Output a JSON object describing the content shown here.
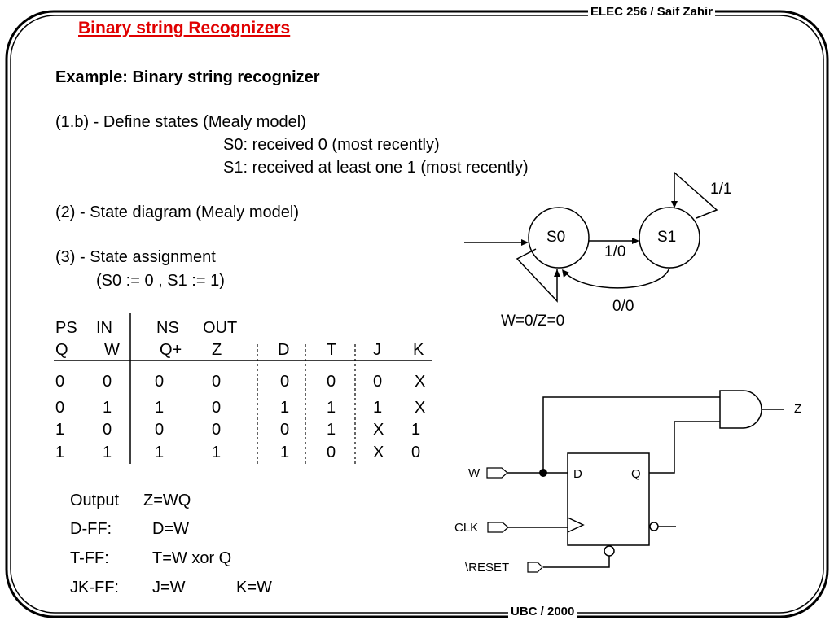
{
  "header": {
    "course": "ELEC 256 / Saif Zahir"
  },
  "footer": {
    "org": "UBC / 2000"
  },
  "slide": {
    "title": "Binary string Recognizers",
    "example": "Example: Binary string recognizer",
    "step_1b": "(1.b) - Define states (Mealy model)",
    "s0_def": "S0: received 0 (most recently)",
    "s1_def": "S1: received at least one 1 (most recently)",
    "step_2": "(2) - State diagram (Mealy model)",
    "step_3": "(3) - State assignment",
    "assignment": "(S0 := 0 , S1 := 1)"
  },
  "state_diagram": {
    "s0": "S0",
    "s1": "S1",
    "t_s0_s1": "1/0",
    "t_s1_s0": "0/0",
    "t_s1_self": "1/1",
    "t_s0_self": "W=0/Z=0"
  },
  "table": {
    "header1": [
      "PS",
      "IN",
      "NS",
      "OUT"
    ],
    "header2": [
      "Q",
      "W",
      "Q+",
      "Z",
      "D",
      "T",
      "J",
      "K"
    ],
    "rows": [
      [
        "0",
        "0",
        "0",
        "0",
        "0",
        "0",
        "0",
        "X"
      ],
      [
        "0",
        "1",
        "1",
        "0",
        "1",
        "1",
        "1",
        "X"
      ],
      [
        "1",
        "0",
        "0",
        "0",
        "0",
        "1",
        "X",
        "1"
      ],
      [
        "1",
        "1",
        "1",
        "1",
        "1",
        "0",
        "X",
        "0"
      ]
    ]
  },
  "equations": [
    {
      "label": "Output",
      "expr": "Z=WQ"
    },
    {
      "label": "D-FF:",
      "expr": "D=W"
    },
    {
      "label": "T-FF:",
      "expr": "T=W xor Q"
    },
    {
      "label": "JK-FF:",
      "expr": "J=W",
      "expr2": "K=W"
    }
  ],
  "circuit": {
    "w": "W",
    "clk": "CLK",
    "reset": "\\RESET",
    "d": "D",
    "q": "Q",
    "z": "Z"
  }
}
